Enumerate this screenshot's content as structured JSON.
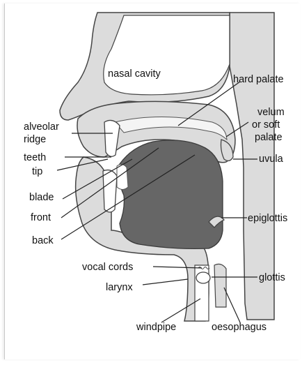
{
  "colors": {
    "background": "#ffffff",
    "tissue_fill": "#dcdcdc",
    "tongue_fill": "#666666",
    "outline": "#444444",
    "leader_line": "#222222"
  },
  "labels": {
    "nasal_cavity": "nasal cavity",
    "hard_palate": "hard palate",
    "velum_line1": "velum",
    "velum_line2": "or soft",
    "velum_line3": "palate",
    "alveolar_line1": "alveolar",
    "alveolar_line2": "ridge",
    "teeth": "teeth",
    "tip": "tip",
    "uvula": "uvula",
    "blade": "blade",
    "front": "front",
    "epiglottis": "epiglottis",
    "back": "back",
    "vocal_cords": "vocal cords",
    "larynx": "larynx",
    "glottis": "glottis",
    "windpipe": "windpipe",
    "oesophagus": "oesophagus"
  }
}
